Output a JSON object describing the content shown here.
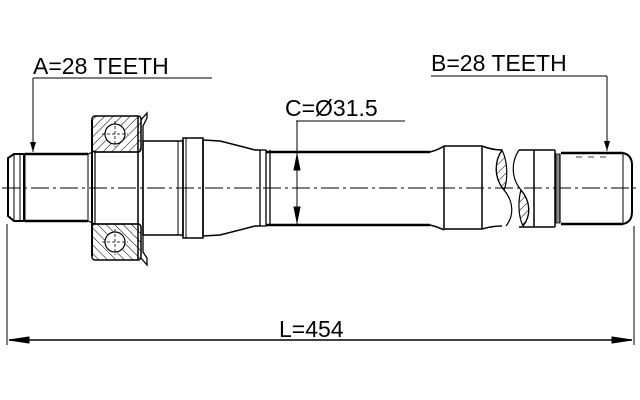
{
  "drawing": {
    "type": "drive shaft technical drawing",
    "labels": {
      "a": "A=28 TEETH",
      "b": "B=28 TEETH",
      "c": "C=Ø31.5",
      "l": "L=454"
    },
    "dimensions": {
      "a_spline_teeth": 28,
      "b_spline_teeth": 28,
      "c_diameter": 31.5,
      "l_length": 454
    },
    "colors": {
      "line": "#000000",
      "background": "#ffffff"
    }
  }
}
